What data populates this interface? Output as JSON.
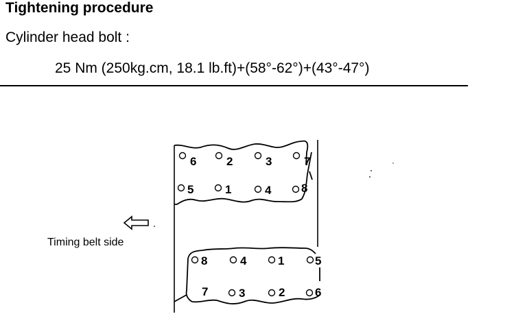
{
  "title": "Tightening procedure",
  "subject": "Cylinder head bolt :",
  "torque_spec": "25 Nm (250kg.cm, 18.1 lb.ft)+(58°-62°)+(43°-47°)",
  "side_label": "Timing belt side",
  "side_icon": "arrow-left-outline-icon",
  "upper_head": {
    "row1": [
      "6",
      "2",
      "3",
      "7"
    ],
    "row2": [
      "5",
      "1",
      "4",
      "8"
    ]
  },
  "lower_head": {
    "row1": [
      "8",
      "4",
      "1",
      "5"
    ],
    "row2": [
      "7",
      "3",
      "2",
      "6"
    ]
  }
}
